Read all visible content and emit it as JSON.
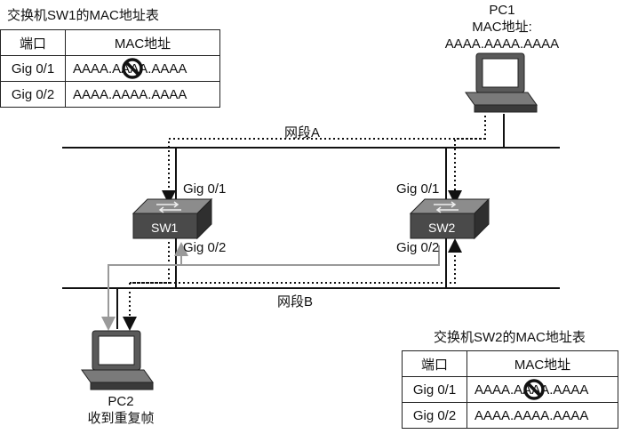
{
  "sw1_table": {
    "caption": "交换机SW1的MAC地址表",
    "headers": [
      "端口",
      "MAC地址"
    ],
    "rows": [
      {
        "port": "Gig 0/1",
        "mac": "AAAA.AAAA.AAAA"
      },
      {
        "port": "Gig 0/2",
        "mac": "AAAA.AAAA.AAAA"
      }
    ]
  },
  "sw2_table": {
    "caption": "交换机SW2的MAC地址表",
    "headers": [
      "端口",
      "MAC地址"
    ],
    "rows": [
      {
        "port": "Gig 0/1",
        "mac": "AAAA.AAAA.AAAA"
      },
      {
        "port": "Gig 0/2",
        "mac": "AAAA.AAAA.AAAA"
      }
    ]
  },
  "pc1": {
    "name": "PC1",
    "mac_label": "MAC地址:",
    "mac_value": "AAAA.AAAA.AAAA"
  },
  "pc2": {
    "name": "PC2",
    "note": "收到重复帧"
  },
  "segments": {
    "a": "网段A",
    "b": "网段B"
  },
  "sw1": {
    "name": "SW1",
    "port_top": "Gig 0/1",
    "port_bottom": "Gig 0/2"
  },
  "sw2": {
    "name": "SW2",
    "port_top": "Gig 0/1",
    "port_bottom": "Gig 0/2"
  },
  "icons": {
    "invalid_entry": "prohibited-circle-icon",
    "switch": "switch-icon",
    "computer": "desktop-computer-icon"
  },
  "colors": {
    "line": "#111111",
    "switch_body": "#4a4a4a",
    "switch_top": "#8c8c8c",
    "frame_path_gray": "#9a9a9a"
  }
}
